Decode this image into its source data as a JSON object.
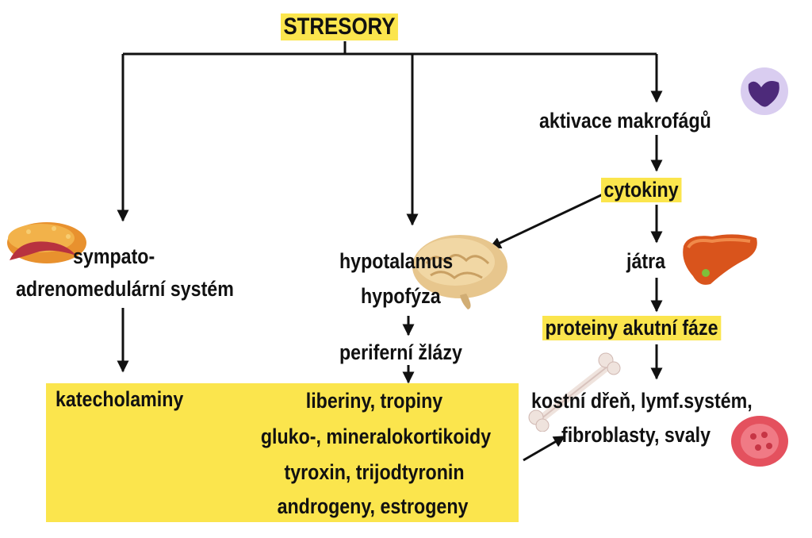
{
  "diagram": {
    "title": "STRESORY",
    "nodes": {
      "sympato_line1": "sympato-",
      "sympato_line2": "adrenomedulární systém",
      "hypotalamus": "hypotalamus",
      "hypofyza": "hypofýza",
      "periferni_zlazy": "periferní žlázy",
      "aktivace_makrofagu": "aktivace makrofágů",
      "cytokiny": "cytokiny",
      "jatra": "játra",
      "proteiny": "proteiny akutní fáze",
      "kostni_dren": "kostní dřeň, lymf.systém,",
      "fibroblasty": "fibroblasty, svaly"
    },
    "box": {
      "katecholaminy": "katecholaminy",
      "lines": [
        "liberiny, tropiny",
        "gluko-, mineralokortikoidy",
        "tyroxin, trijodtyronin",
        "androgeny, estrogeny"
      ]
    },
    "icons": [
      "adrenal-gland-icon",
      "brain-icon",
      "macrophage-icon",
      "liver-icon",
      "bone-icon",
      "muscle-icon"
    ],
    "colors": {
      "highlight": "#fbe54d",
      "arrow": "#111111"
    }
  }
}
